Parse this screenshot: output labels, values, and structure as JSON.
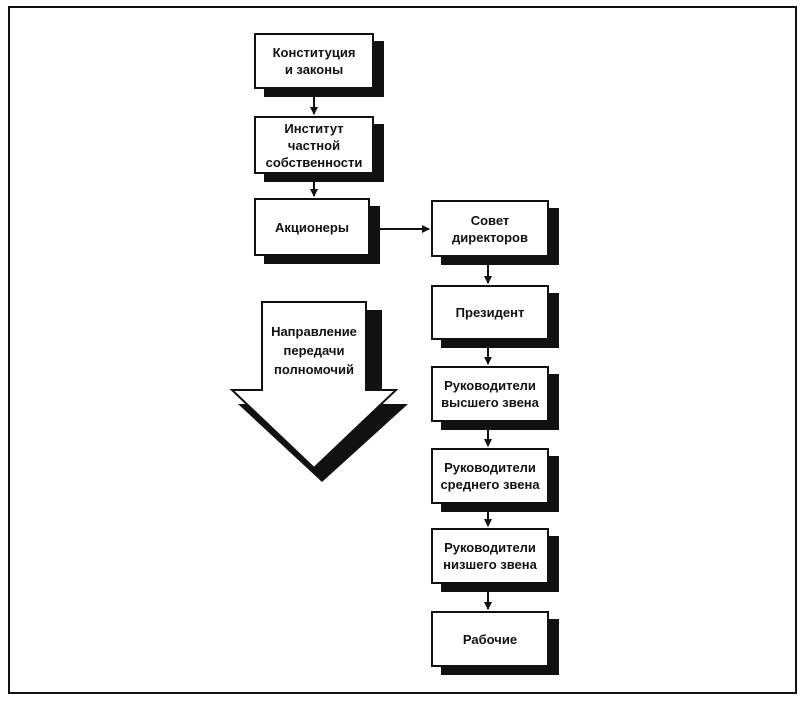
{
  "nodes": {
    "constitution": "Конституция\nи законы",
    "private_property": "Институт\nчастной\nсобственности",
    "shareholders": "Акционеры",
    "board": "Совет\nдиректоров",
    "president": "Президент",
    "top_managers": "Руководители\nвысшего звена",
    "middle_managers": "Руководители\nсреднего звена",
    "lower_managers": "Руководители\nнизшего звена",
    "workers": "Рабочие"
  },
  "big_arrow": {
    "label": "Направление\nпередачи\nполномочий"
  },
  "colors": {
    "ink": "#111111",
    "paper": "#ffffff"
  }
}
